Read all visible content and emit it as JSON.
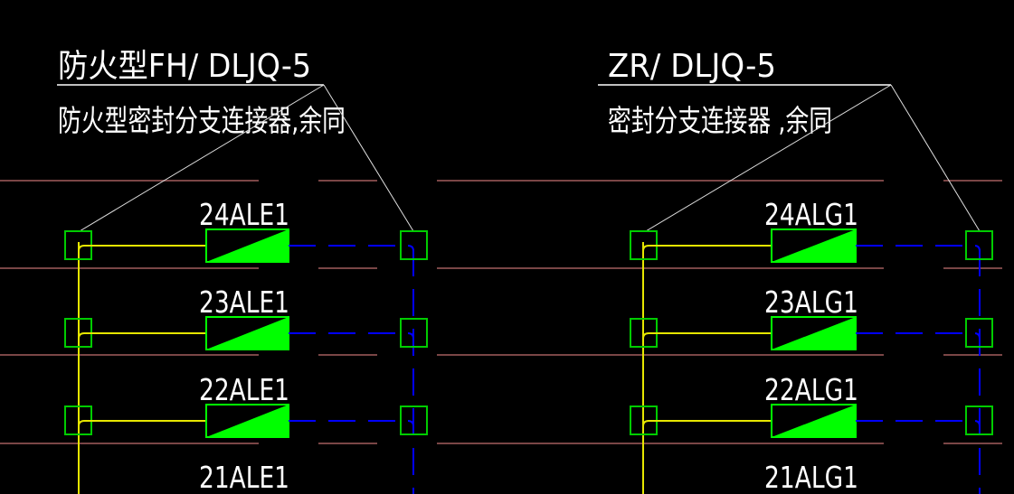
{
  "app": "CAD drawing viewport",
  "colors": {
    "background": "#000000",
    "annotation": "#ffffff",
    "grid_line": "#7a4646",
    "box": "#00cc00",
    "block_fill": "#00ff00",
    "yellow_wire": "#e6e600",
    "blue_wire": "#0000ff"
  },
  "groups": [
    {
      "id": "left",
      "title": "防火型FH/ DLJQ-5",
      "subtitle": "防火型密封分支连接器,余同",
      "labels": [
        "24ALE1",
        "23ALE1",
        "22ALE1",
        "21ALE1"
      ]
    },
    {
      "id": "right",
      "title": "ZR/ DLJQ-5",
      "subtitle": "密封分支连接器 ,余同",
      "labels": [
        "24ALG1",
        "23ALG1",
        "22ALG1",
        "21ALG1"
      ]
    }
  ]
}
